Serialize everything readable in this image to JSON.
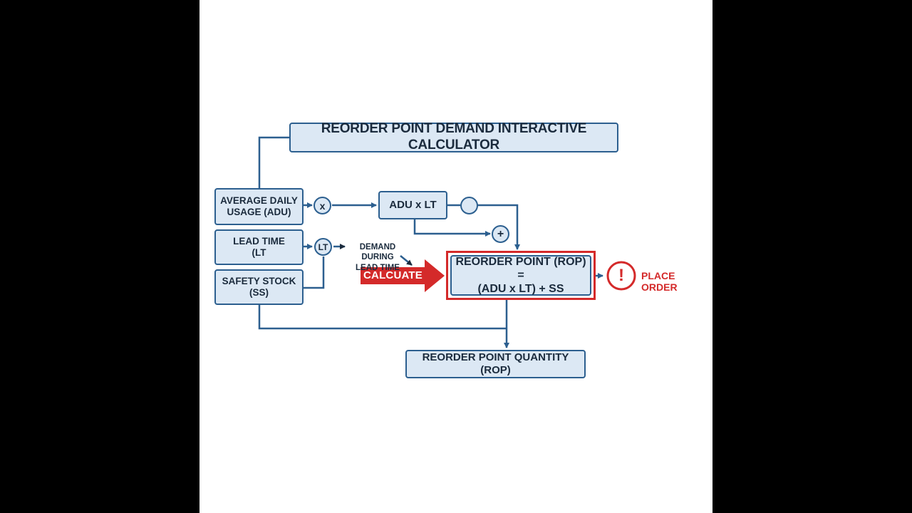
{
  "diagram": {
    "title": "REORDER POINT DEMAND INTERACTIVE CALCULATOR",
    "inputs": [
      {
        "id": "adu",
        "label": "AVERAGE DAILY\nUSAGE (ADU)"
      },
      {
        "id": "lt",
        "label": "LEAD TIME\n(LT"
      },
      {
        "id": "ss",
        "label": "SAFETY STOCK\n(SS)"
      }
    ],
    "operators": {
      "multiply": "x",
      "lead_time": "LT",
      "add": "+",
      "blank": ""
    },
    "product_node": "ADU x LT",
    "demand_note": "DEMAND DURING\nLEAD TIME",
    "calculate_label": "CALCUATE",
    "formula": "REORDER POINT (ROP) =\n(ADU x LT) + SS",
    "alert": {
      "symbol": "!",
      "label": "PLACE ORDER"
    },
    "output": "REORDER POINT QUANTITY (ROP)"
  },
  "colors": {
    "background": "#000000",
    "canvas": "#ffffff",
    "box_fill": "#dce8f4",
    "box_border": "#2c5f8f",
    "text": "#1b2b3d",
    "accent_red": "#d42a2a"
  }
}
